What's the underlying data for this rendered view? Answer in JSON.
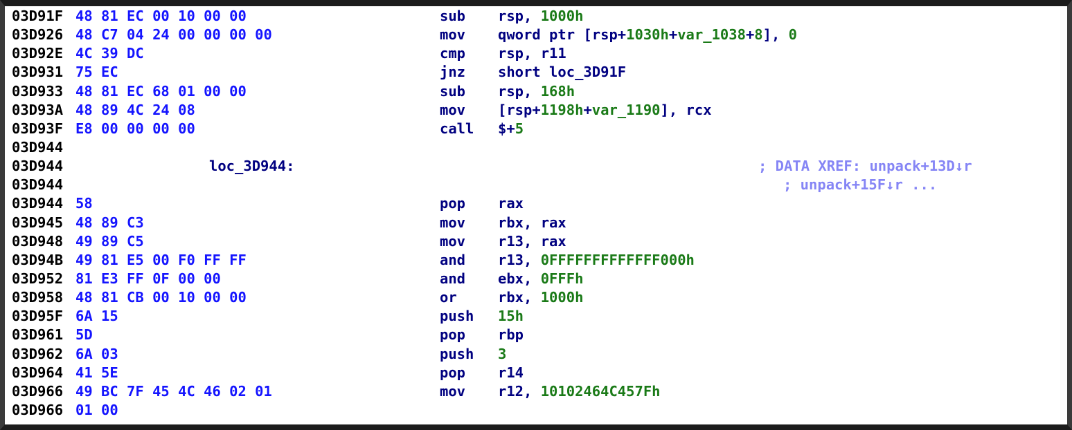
{
  "app": {
    "view": "ida-disassembly-listing",
    "colors": {
      "background": "#ffffff",
      "frame": "#1c1c1c",
      "address": "#000000",
      "opcode_bytes": "#1414ff",
      "mnemonic": "#000080",
      "operand": "#000080",
      "constant": "#1a7a17",
      "stack_variable": "#1a7a17",
      "comment_xref": "#8585f5"
    }
  },
  "listing": {
    "lines": [
      {
        "address": "03D91F",
        "bytes": "48 81 EC 00 10 00 00",
        "mnemonic": "sub",
        "operands": [
          {
            "text": "rsp, ",
            "type": "plain"
          },
          {
            "text": "1000h",
            "type": "num"
          }
        ]
      },
      {
        "address": "03D926",
        "bytes": "48 C7 04 24 00 00 00 00",
        "mnemonic": "mov",
        "operands": [
          {
            "text": "qword ptr [rsp+",
            "type": "plain"
          },
          {
            "text": "1030h",
            "type": "num"
          },
          {
            "text": "+",
            "type": "plain"
          },
          {
            "text": "var_1038",
            "type": "var"
          },
          {
            "text": "+",
            "type": "plain"
          },
          {
            "text": "8",
            "type": "num"
          },
          {
            "text": "], ",
            "type": "plain"
          },
          {
            "text": "0",
            "type": "num"
          }
        ]
      },
      {
        "address": "03D92E",
        "bytes": "4C 39 DC",
        "mnemonic": "cmp",
        "operands": [
          {
            "text": "rsp, r11",
            "type": "plain"
          }
        ]
      },
      {
        "address": "03D931",
        "bytes": "75 EC",
        "mnemonic": "jnz",
        "operands": [
          {
            "text": "short loc_3D91F",
            "type": "plain"
          }
        ]
      },
      {
        "address": "03D933",
        "bytes": "48 81 EC 68 01 00 00",
        "mnemonic": "sub",
        "operands": [
          {
            "text": "rsp, ",
            "type": "plain"
          },
          {
            "text": "168h",
            "type": "num"
          }
        ]
      },
      {
        "address": "03D93A",
        "bytes": "48 89 4C 24 08",
        "mnemonic": "mov",
        "operands": [
          {
            "text": "[rsp+",
            "type": "plain"
          },
          {
            "text": "1198h",
            "type": "num"
          },
          {
            "text": "+",
            "type": "plain"
          },
          {
            "text": "var_1190",
            "type": "var"
          },
          {
            "text": "], rcx",
            "type": "plain"
          }
        ]
      },
      {
        "address": "03D93F",
        "bytes": "E8 00 00 00 00",
        "mnemonic": "call",
        "operands": [
          {
            "text": "$+",
            "type": "plain"
          },
          {
            "text": "5",
            "type": "num"
          }
        ]
      },
      {
        "address": "03D944",
        "bytes": ""
      },
      {
        "address": "03D944",
        "bytes": "",
        "label": "loc_3D944:",
        "comment": "; DATA XREF: unpack+13D↓r"
      },
      {
        "address": "03D944",
        "bytes": "",
        "comment_indented": "; unpack+15F↓r ..."
      },
      {
        "address": "03D944",
        "bytes": "58",
        "mnemonic": "pop",
        "operands": [
          {
            "text": "rax",
            "type": "plain"
          }
        ]
      },
      {
        "address": "03D945",
        "bytes": "48 89 C3",
        "mnemonic": "mov",
        "operands": [
          {
            "text": "rbx, rax",
            "type": "plain"
          }
        ]
      },
      {
        "address": "03D948",
        "bytes": "49 89 C5",
        "mnemonic": "mov",
        "operands": [
          {
            "text": "r13, rax",
            "type": "plain"
          }
        ]
      },
      {
        "address": "03D94B",
        "bytes": "49 81 E5 00 F0 FF FF",
        "mnemonic": "and",
        "operands": [
          {
            "text": "r13, ",
            "type": "plain"
          },
          {
            "text": "0FFFFFFFFFFFFF000h",
            "type": "num"
          }
        ]
      },
      {
        "address": "03D952",
        "bytes": "81 E3 FF 0F 00 00",
        "mnemonic": "and",
        "operands": [
          {
            "text": "ebx, ",
            "type": "plain"
          },
          {
            "text": "0FFFh",
            "type": "num"
          }
        ]
      },
      {
        "address": "03D958",
        "bytes": "48 81 CB 00 10 00 00",
        "mnemonic": "or",
        "operands": [
          {
            "text": "rbx, ",
            "type": "plain"
          },
          {
            "text": "1000h",
            "type": "num"
          }
        ]
      },
      {
        "address": "03D95F",
        "bytes": "6A 15",
        "mnemonic": "push",
        "operands": [
          {
            "text": "15h",
            "type": "num"
          }
        ]
      },
      {
        "address": "03D961",
        "bytes": "5D",
        "mnemonic": "pop",
        "operands": [
          {
            "text": "rbp",
            "type": "plain"
          }
        ]
      },
      {
        "address": "03D962",
        "bytes": "6A 03",
        "mnemonic": "push",
        "operands": [
          {
            "text": "3",
            "type": "num"
          }
        ]
      },
      {
        "address": "03D964",
        "bytes": "41 5E",
        "mnemonic": "pop",
        "operands": [
          {
            "text": "r14",
            "type": "plain"
          }
        ]
      },
      {
        "address": "03D966",
        "bytes": "49 BC 7F 45 4C 46 02 01",
        "mnemonic": "mov",
        "operands": [
          {
            "text": "r12, ",
            "type": "plain"
          },
          {
            "text": "10102464C457Fh",
            "type": "num"
          }
        ]
      },
      {
        "address": "03D966",
        "bytes": "01 00"
      }
    ]
  }
}
